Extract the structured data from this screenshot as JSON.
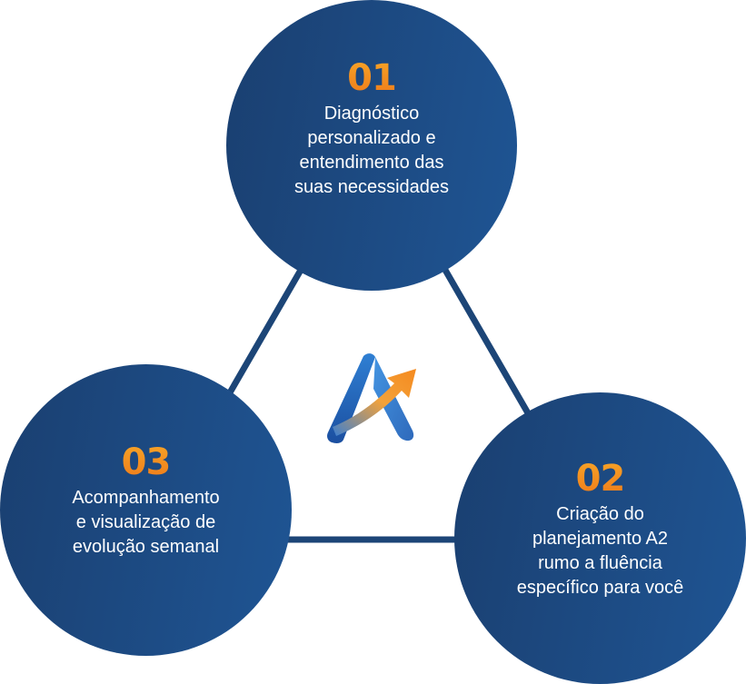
{
  "steps": [
    {
      "number": "01",
      "lines": [
        "Diagnóstico",
        "personalizado e",
        "entendimento das",
        "suas necessidades"
      ]
    },
    {
      "number": "02",
      "lines": [
        "Criação do",
        "planejamento A2",
        "rumo a fluência",
        "específico para você"
      ]
    },
    {
      "number": "03",
      "lines": [
        "Acompanhamento",
        "e visualização de",
        "evolução semanal"
      ]
    }
  ],
  "colors": {
    "circle_start": "#1a3f70",
    "circle_end": "#1f5594",
    "number_orange": "#f39022",
    "connector": "#1c4577"
  },
  "logo": {
    "icon": "a2-arrow-logo-icon"
  }
}
